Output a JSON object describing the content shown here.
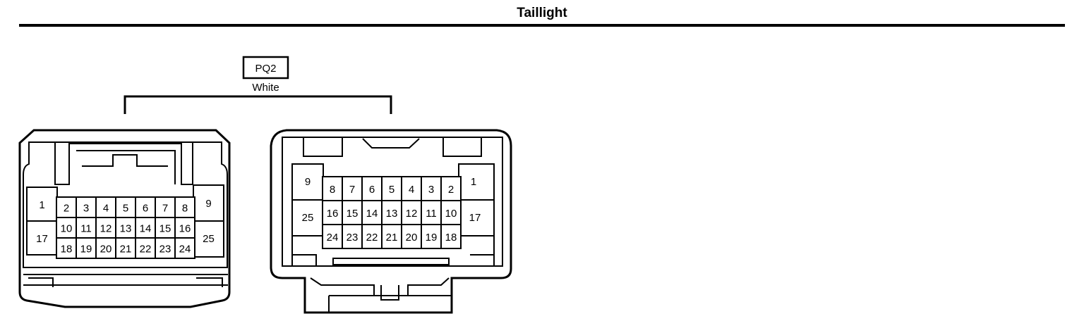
{
  "title": "Taillight",
  "connector": {
    "code": "PQ2",
    "color": "White"
  },
  "left_view": {
    "big_left": [
      "1",
      "17"
    ],
    "big_right": [
      "9",
      "25"
    ],
    "rows": [
      [
        "2",
        "3",
        "4",
        "5",
        "6",
        "7",
        "8"
      ],
      [
        "10",
        "11",
        "12",
        "13",
        "14",
        "15",
        "16"
      ],
      [
        "18",
        "19",
        "20",
        "21",
        "22",
        "23",
        "24"
      ]
    ]
  },
  "right_view": {
    "big_left": [
      "9",
      "25"
    ],
    "big_right": [
      "1",
      "17"
    ],
    "rows": [
      [
        "8",
        "7",
        "6",
        "5",
        "4",
        "3",
        "2"
      ],
      [
        "16",
        "15",
        "14",
        "13",
        "12",
        "11",
        "10"
      ],
      [
        "24",
        "23",
        "22",
        "21",
        "20",
        "19",
        "18"
      ]
    ]
  }
}
